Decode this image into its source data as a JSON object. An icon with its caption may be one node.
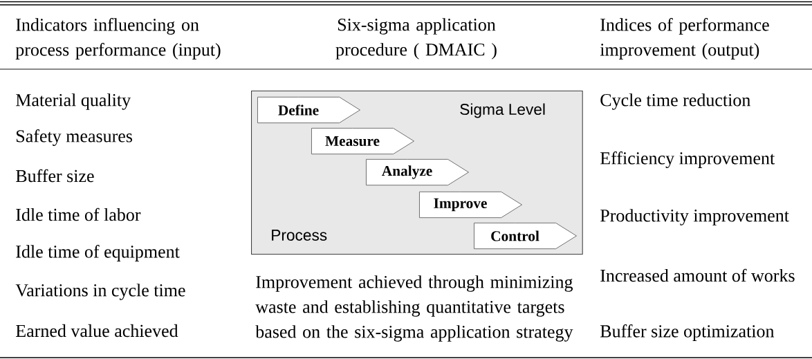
{
  "diagram": {
    "nodes": [
      {
        "text": [
          "Sigma Level",
          "Process"
        ]
      },
      {
        "text": [
          "Define"
        ],
        "in": 0
      },
      {
        "text": [
          "Measure"
        ],
        "in": 0
      },
      {
        "text": [
          "Analyze"
        ],
        "in": 0
      },
      {
        "text": [
          "Improve"
        ],
        "in": 0
      },
      {
        "text": [
          "Control"
        ],
        "in": 0
      }
    ],
    "edges": [],
    "labels": [
      "Indicators influencing on process performance (input)",
      "Six-sigma application procedure ( DMAIC )",
      "Indices of performance improvement (output)",
      "Material quality",
      "Safety measures",
      "Buffer size",
      "Idle time of labor",
      "Idle time of equipment",
      "Variations in cycle time",
      "Earned value achieved",
      "Cycle time reduction",
      "Efficiency improvement",
      "Productivity improvement",
      "Increased amount of works",
      "Buffer size optimization",
      "Improvement achieved through minimizing waste and establishing quantitative targets based on the six-sigma application strategy"
    ]
  }
}
